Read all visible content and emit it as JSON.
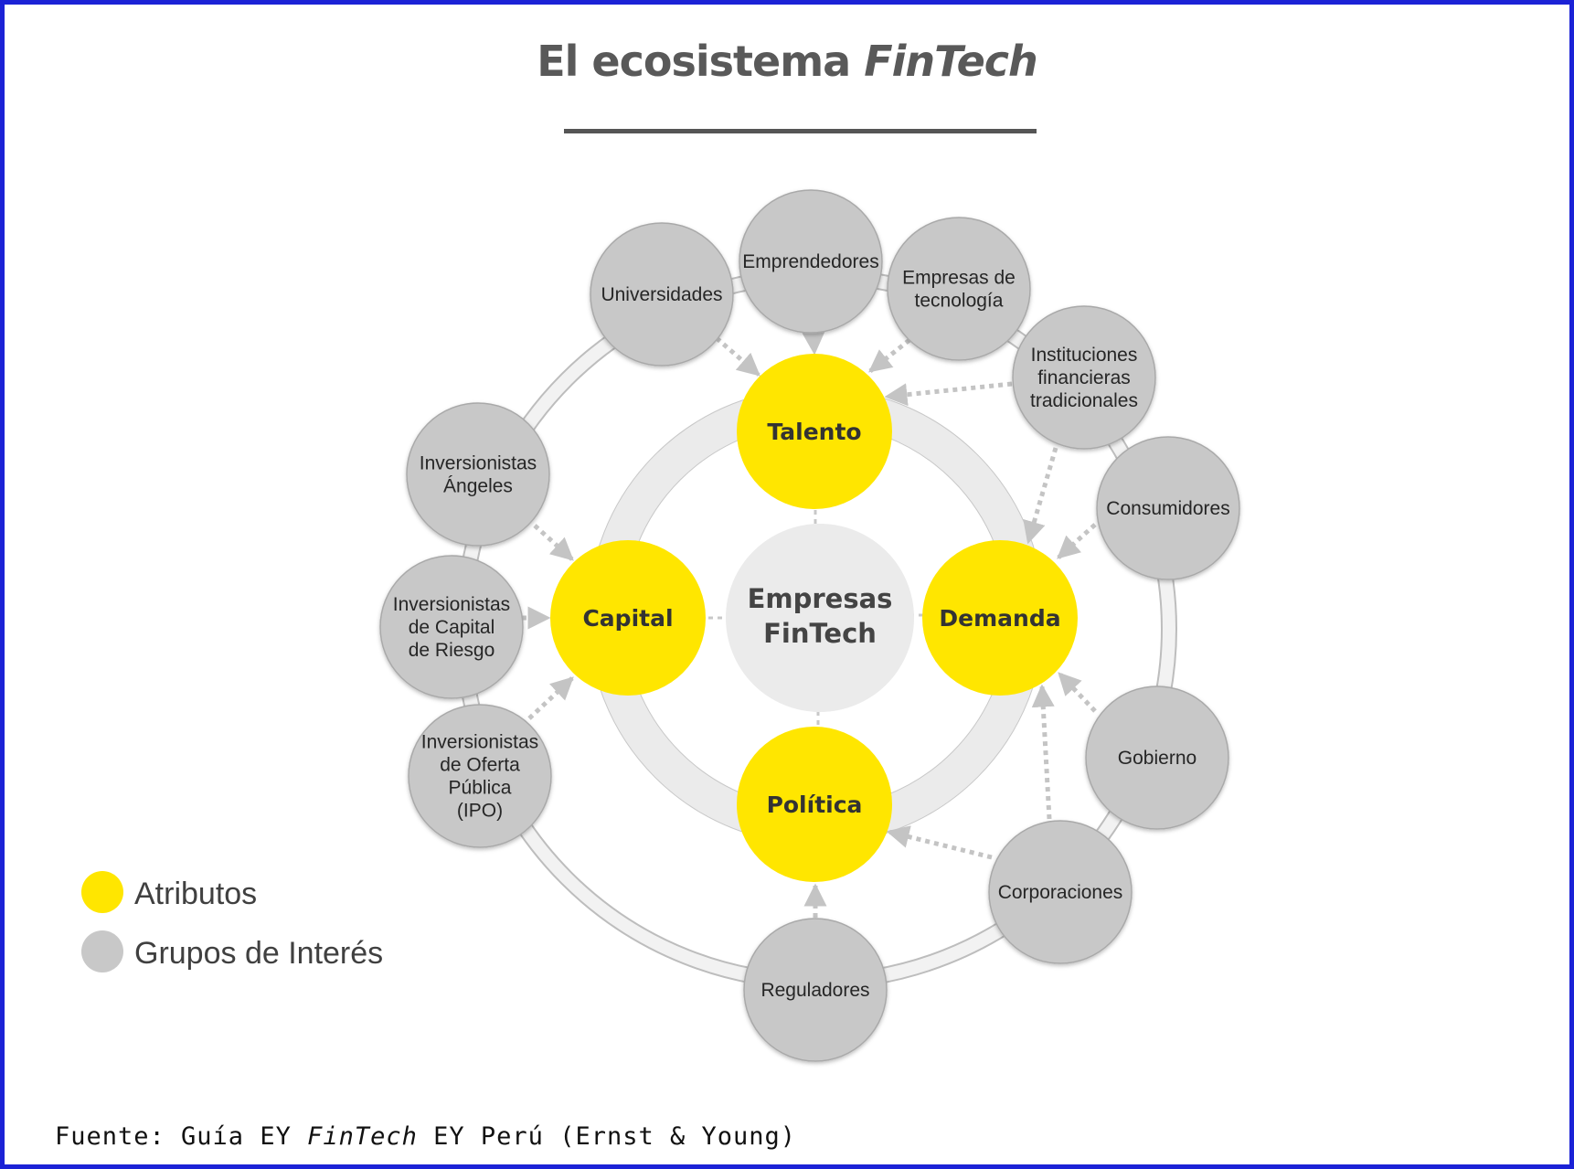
{
  "title": {
    "main": "El ecosistema ",
    "emphasis": "FinTech"
  },
  "core": {
    "line1": "Empresas",
    "line2": "FinTech"
  },
  "attributes": [
    {
      "id": "talento",
      "label": "Talento"
    },
    {
      "id": "capital",
      "label": "Capital"
    },
    {
      "id": "demanda",
      "label": "Demanda"
    },
    {
      "id": "politica",
      "label": "Política"
    }
  ],
  "stakeholders": [
    {
      "id": "emprendedores",
      "lines": [
        "Emprendedores"
      ],
      "target": "talento"
    },
    {
      "id": "universidades",
      "lines": [
        "Universidades"
      ],
      "target": "talento"
    },
    {
      "id": "empresas-tecnologia",
      "lines": [
        "Empresas de",
        "tecnología"
      ],
      "target": "talento"
    },
    {
      "id": "instituciones",
      "lines": [
        "Instituciones",
        "financieras",
        "tradicionales"
      ],
      "target": "talento"
    },
    {
      "id": "consumidores",
      "lines": [
        "Consumidores"
      ],
      "target": "demanda"
    },
    {
      "id": "gobierno",
      "lines": [
        "Gobierno"
      ],
      "target": "demanda"
    },
    {
      "id": "corporaciones",
      "lines": [
        "Corporaciones"
      ],
      "target": "politica"
    },
    {
      "id": "reguladores",
      "lines": [
        "Reguladores"
      ],
      "target": "politica"
    },
    {
      "id": "inv-ipo",
      "lines": [
        "Inversionistas",
        "de Oferta",
        "Pública",
        "(IPO)"
      ],
      "target": "capital"
    },
    {
      "id": "inv-capital-riesgo",
      "lines": [
        "Inversionistas",
        "de Capital",
        "de Riesgo"
      ],
      "target": "capital"
    },
    {
      "id": "inv-angeles",
      "lines": [
        "Inversionistas",
        "Ángeles"
      ],
      "target": "capital"
    }
  ],
  "legend": {
    "items": [
      {
        "label": "Atributos",
        "color": "#ffe600"
      },
      {
        "label": "Grupos de Interés",
        "color": "#c8c8c8"
      }
    ]
  },
  "source": {
    "prefix": "Fuente: Guía EY ",
    "emphasis": "FinTech",
    "suffix": " EY Perú (Ernst & Young)"
  },
  "colors": {
    "attribute": "#ffe600",
    "stakeholder": "#c8c8c8",
    "core": "#ebebeb",
    "frame": "#1b22d6"
  }
}
